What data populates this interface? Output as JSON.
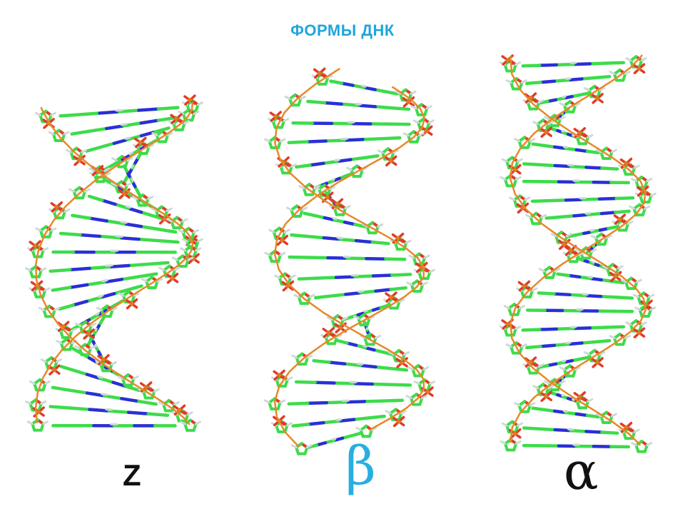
{
  "title": "ФОРМЫ ДНК",
  "forms": [
    {
      "id": "z",
      "label": "Z"
    },
    {
      "id": "beta",
      "label": "β"
    },
    {
      "id": "alpha",
      "label": "α"
    }
  ],
  "colors": {
    "title": "#1fa6dc",
    "beta_label": "#29aee0",
    "label_dark": "#111111",
    "carbon": "#3ddc4a",
    "nitrogen": "#2a2fd6",
    "oxygen": "#e23a2a",
    "hydrogen": "#cfd8d8",
    "backbone": "#e6892a",
    "phosphorus": "#e07a1e"
  }
}
